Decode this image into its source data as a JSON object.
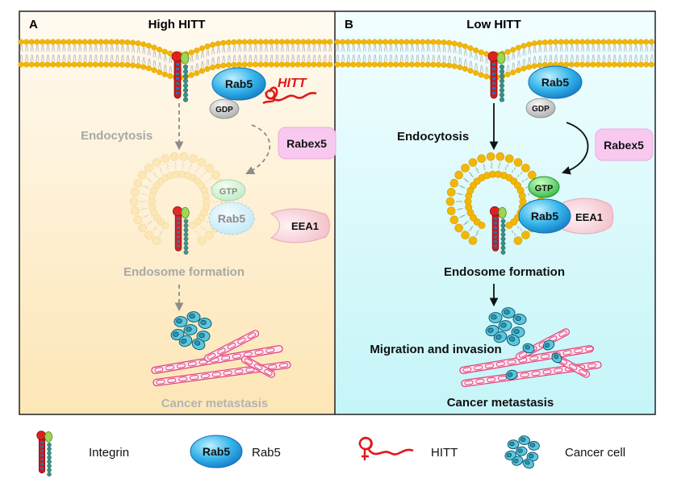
{
  "panel_a": {
    "letter": "A",
    "title": "High HITT",
    "rab5": "Rab5",
    "gdp": "GDP",
    "hitt": "HITT",
    "endocytosis": "Endocytosis",
    "rabex5": "Rabex5",
    "gtp": "GTP",
    "rab5_endosome": "Rab5",
    "eea1": "EEA1",
    "endosome_formation": "Endosome formation",
    "cancer_metastasis": "Cancer metastasis"
  },
  "panel_b": {
    "letter": "B",
    "title": "Low HITT",
    "rab5": "Rab5",
    "gdp": "GDP",
    "endocytosis": "Endocytosis",
    "rabex5": "Rabex5",
    "gtp": "GTP",
    "rab5_endosome": "Rab5",
    "eea1": "EEA1",
    "endosome_formation": "Endosome formation",
    "migration": "Migration and invasion",
    "cancer_metastasis": "Cancer metastasis"
  },
  "legend": {
    "integrin": "Integrin",
    "rab5_symbol": "Rab5",
    "rab5": "Rab5",
    "hitt": "HITT",
    "cancer_cell": "Cancer cell"
  },
  "colors": {
    "rab5_blue": "#2aa8e6",
    "gtp_green": "#3fd34a",
    "hitt_red": "#e01818",
    "lipid_gold": "#f2b705",
    "rabex5_pink": "#f8c8ef",
    "eea1_pink": "#f7d0d6",
    "fiber_pink": "#e0407a",
    "cell_cyan": "#5cc8de"
  }
}
